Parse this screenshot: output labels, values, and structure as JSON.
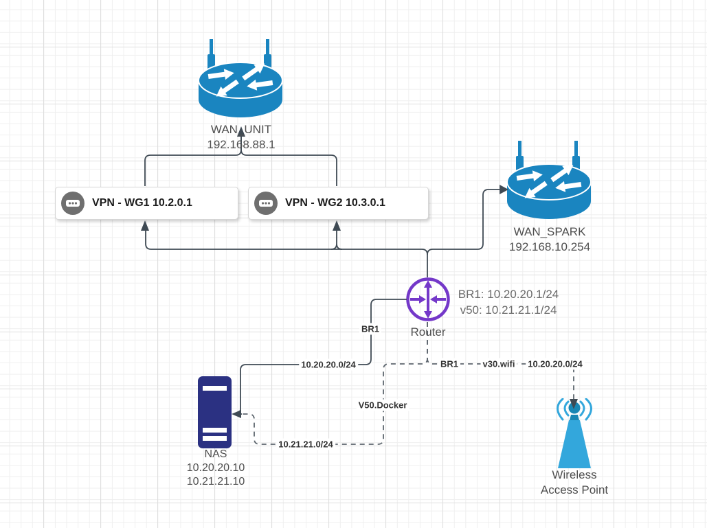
{
  "diagram": {
    "nodes": {
      "wan_unit": {
        "name": "WAN_UNIT",
        "ip": "192.168.88.1"
      },
      "wan_spark": {
        "name": "WAN_SPARK",
        "ip": "192.168.10.254"
      },
      "vpn_wg1": {
        "label": "VPN - WG1 10.2.0.1"
      },
      "vpn_wg2": {
        "label": "VPN - WG2 10.3.0.1"
      },
      "router": {
        "name": "Router",
        "iface1": "BR1: 10.20.20.1/24",
        "iface2": "v50: 10.21.21.1/24"
      },
      "nas": {
        "name": "NAS",
        "ip1": "10.20.20.10",
        "ip2": "10.21.21.10"
      },
      "wap": {
        "name_line1": "Wireless",
        "name_line2": "Access Point"
      }
    },
    "edge_labels": {
      "br1_left": "BR1",
      "net20_left": "10.20.20.0/24",
      "br1_wifi": "BR1",
      "v30_wifi": "v30.wifi",
      "net20_right": "10.20.20.0/24",
      "v50_docker": "V50.Docker",
      "net21": "10.21.21.0/24"
    },
    "icons": {
      "wireless_router": "blue cylinder with crossed arrows and two antennas",
      "vpn": "gray circle with white ellipsis pill",
      "router": "purple circle with inward and through arrows",
      "nas": "dark tower server with white slots",
      "wap": "blue antenna cone with signal waves"
    },
    "colors": {
      "router_blue": "#1a85c0",
      "ap_blue": "#33a7dc",
      "ap_dark": "#1a87b4",
      "nas_navy": "#2b3182",
      "purple": "#7438c9",
      "icon_gray": "#6f6f6f",
      "edge": "#3f4a54",
      "edge_dashed": "#5d666e"
    }
  }
}
